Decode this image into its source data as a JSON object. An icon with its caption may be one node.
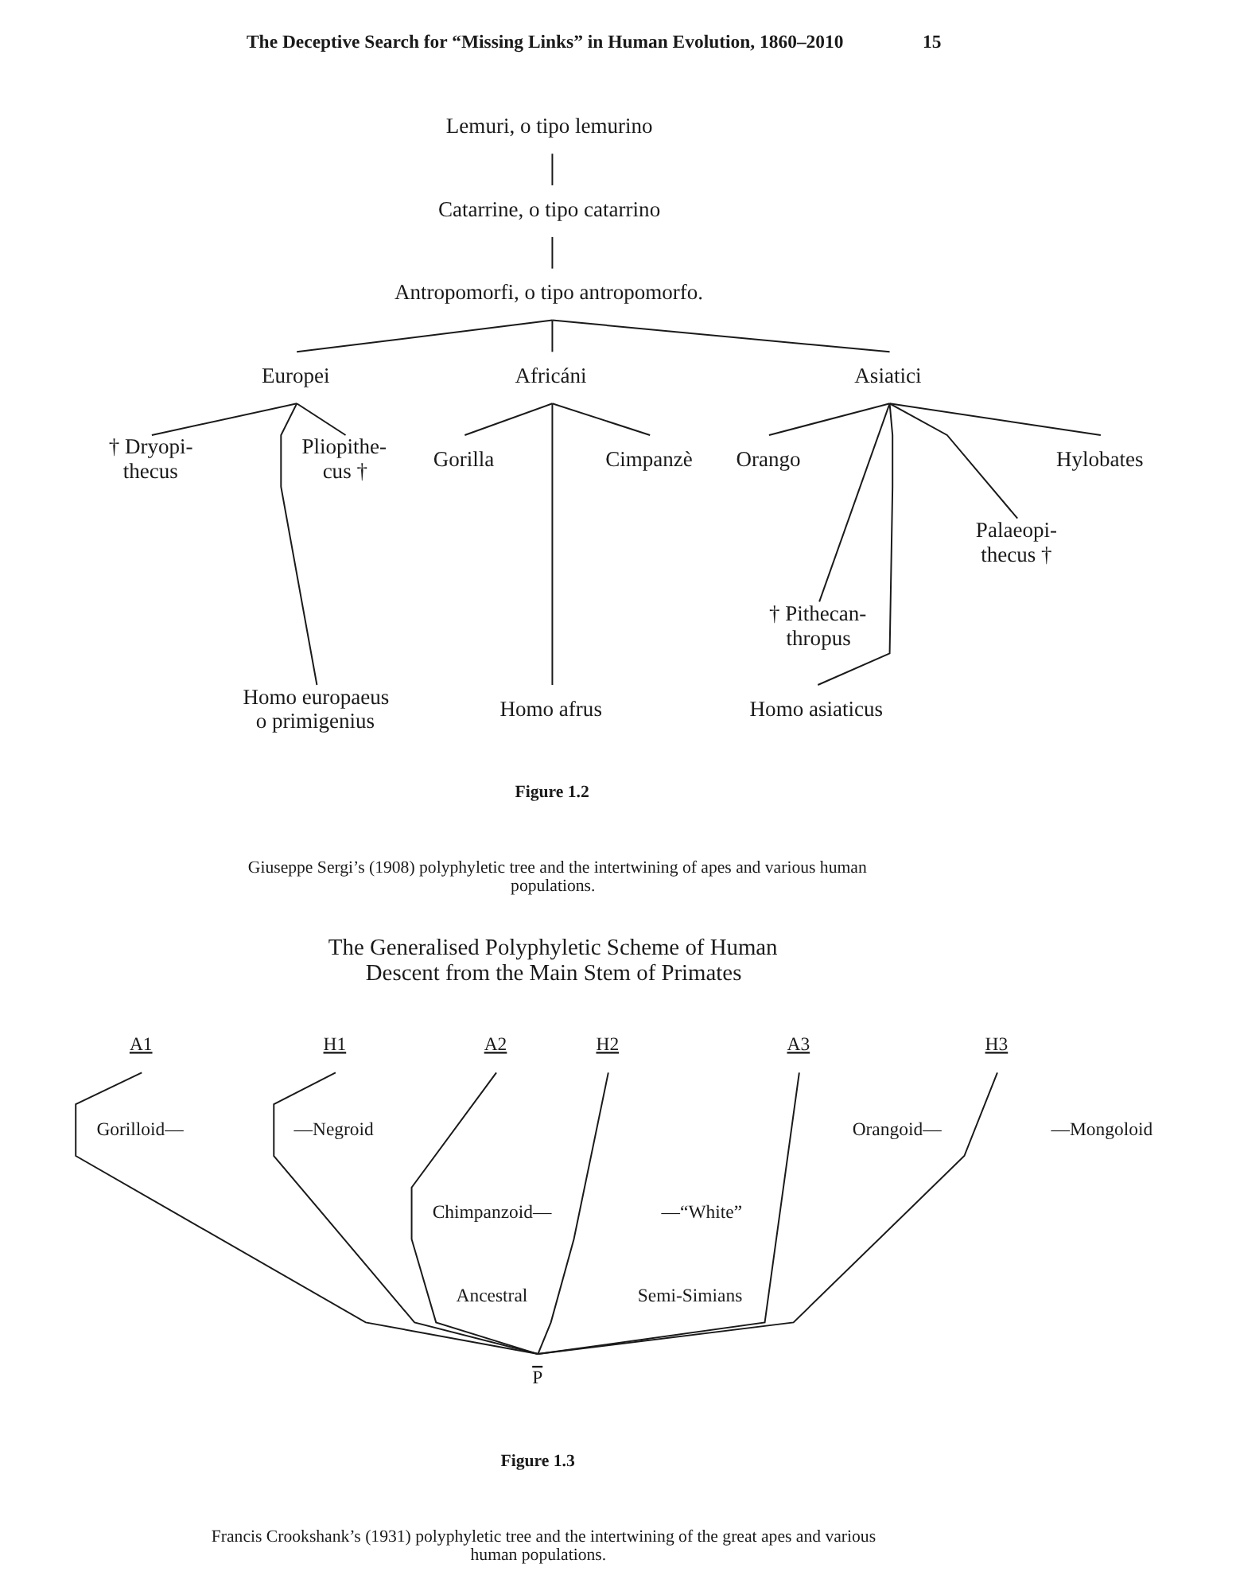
{
  "diagram": {
    "nodes": [
      {
        "text": [
          "Lemuri, o tipo lemurino"
        ]
      },
      {
        "text": [
          "Catarrine, o tipo catarrino"
        ]
      },
      {
        "text": [
          "Antropomorfi, o tipo antropomorfo."
        ]
      },
      {
        "text": [
          "Europei"
        ]
      },
      {
        "text": [
          "Africáni"
        ]
      },
      {
        "text": [
          "Asiatici"
        ]
      },
      {
        "text": [
          "† Dryopi- thecus"
        ]
      },
      {
        "text": [
          "Pliopithe- cus †"
        ]
      },
      {
        "text": [
          "Gorilla"
        ]
      },
      {
        "text": [
          "Cimpanzè"
        ]
      },
      {
        "text": [
          "Orango"
        ]
      },
      {
        "text": [
          "Hylobates"
        ]
      },
      {
        "text": [
          "Palaeopi- thecus †"
        ]
      },
      {
        "text": [
          "† Pithecan- thropus"
        ]
      },
      {
        "text": [
          "Homo europaeus o primigenius"
        ]
      },
      {
        "text": [
          "Homo afrus"
        ]
      },
      {
        "text": [
          "Homo asiaticus"
        ]
      },
      {
        "text": [
          "A1"
        ]
      },
      {
        "text": [
          "H1"
        ]
      },
      {
        "text": [
          "A2"
        ]
      },
      {
        "text": [
          "H2"
        ]
      },
      {
        "text": [
          "A3"
        ]
      },
      {
        "text": [
          "H3"
        ]
      },
      {
        "text": [
          "P"
        ]
      }
    ],
    "edges": [
      {
        "from": 0,
        "to": 1,
        "arrow": "none"
      },
      {
        "from": 1,
        "to": 2,
        "arrow": "none"
      },
      {
        "from": 2,
        "to": 3,
        "arrow": "none"
      },
      {
        "from": 2,
        "to": 4,
        "arrow": "none"
      },
      {
        "from": 2,
        "to": 5,
        "arrow": "none"
      },
      {
        "from": 3,
        "to": 6,
        "arrow": "none"
      },
      {
        "from": 3,
        "to": 14,
        "arrow": "none"
      },
      {
        "from": 3,
        "to": 7,
        "arrow": "none"
      },
      {
        "from": 4,
        "to": 8,
        "arrow": "none"
      },
      {
        "from": 4,
        "to": 15,
        "arrow": "none"
      },
      {
        "from": 4,
        "to": 9,
        "arrow": "none"
      },
      {
        "from": 5,
        "to": 10,
        "arrow": "none"
      },
      {
        "from": 5,
        "to": 13,
        "arrow": "none"
      },
      {
        "from": 5,
        "to": 16,
        "arrow": "none"
      },
      {
        "from": 5,
        "to": 12,
        "arrow": "none"
      },
      {
        "from": 5,
        "to": 11,
        "arrow": "none"
      },
      {
        "from": 17,
        "to": 23,
        "arrow": "none"
      },
      {
        "from": 18,
        "to": 23,
        "arrow": "none"
      },
      {
        "from": 19,
        "to": 23,
        "arrow": "none"
      },
      {
        "from": 20,
        "to": 23,
        "arrow": "none"
      },
      {
        "from": 21,
        "to": 23,
        "arrow": "none"
      },
      {
        "from": 22,
        "to": 23,
        "arrow": "none"
      }
    ],
    "labels": [
      "The Deceptive Search for “Missing Links” in Human Evolution, 1860–2010",
      "15",
      "Figure 1.2",
      "Giuseppe Sergi’s (1908) polyphyletic tree and the intertwining of apes and various human populations.",
      "The Generalised Polyphyletic Scheme of Human Descent from the Main Stem of Primates",
      "Gorilloid—",
      "—Negroid",
      "Orangoid—",
      "—Mongoloid",
      "Chimpanzoid—",
      "—“White”",
      "Ancestral",
      "Semi-Simians",
      "Figure 1.3",
      "Francis Crookshank’s (1931) polyphyletic tree and the intertwining of the great apes and various human populations."
    ]
  }
}
